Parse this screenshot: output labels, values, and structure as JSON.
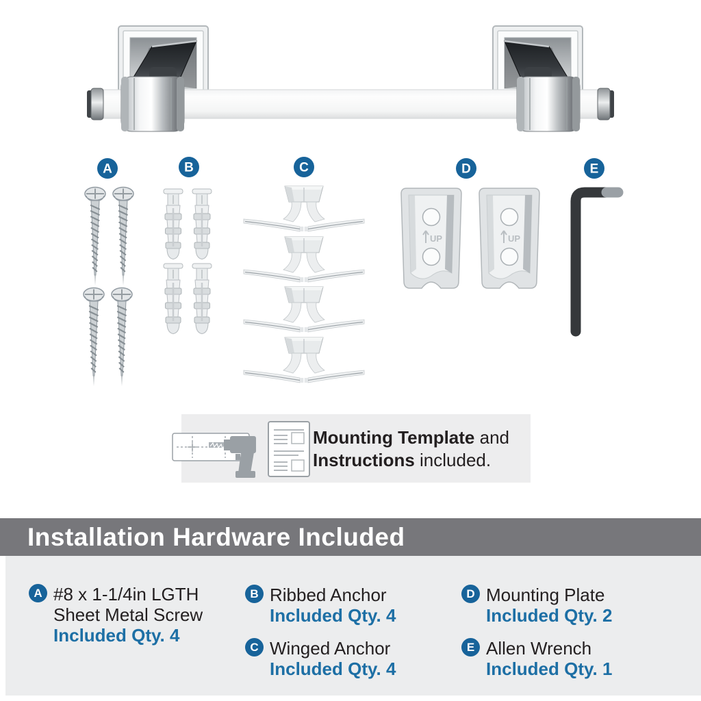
{
  "banner": {
    "title": "Installation Hardware Included"
  },
  "template_box": {
    "bold1": "Mounting Template",
    "rest1": " and",
    "bold2": "Instructions",
    "rest2": " included.",
    "icons": [
      "mounting-template-drill-icon",
      "instructions-document-icon"
    ]
  },
  "plate_marking": "UP",
  "hardware": {
    "items": [
      {
        "label": "A",
        "title": "#8 x 1-1/4in LGTH",
        "title2": "Sheet Metal Screw",
        "qty": "Included Qty. 4"
      },
      {
        "label": "B",
        "title": "Ribbed Anchor",
        "qty": "Included Qty. 4"
      },
      {
        "label": "C",
        "title": "Winged Anchor",
        "qty": "Included Qty. 4"
      },
      {
        "label": "D",
        "title": "Mounting Plate",
        "qty": "Included Qty. 2"
      },
      {
        "label": "E",
        "title": "Allen Wrench",
        "qty": "Included Qty. 1"
      }
    ]
  },
  "colors": {
    "accent_blue": "#17639a",
    "qty_text_blue": "#1d6fa5",
    "banner_gray": "#77777b",
    "panel_gray": "#ecedee"
  }
}
